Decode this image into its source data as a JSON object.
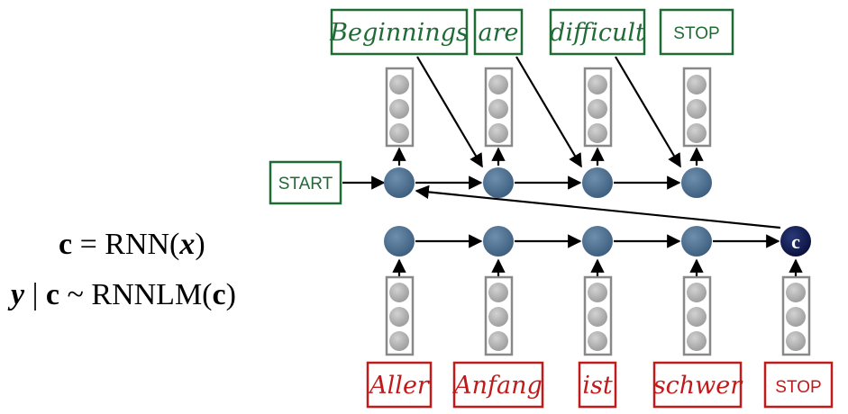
{
  "equations": {
    "line1": {
      "c": "c",
      "eq": " = RNN(",
      "x": "x",
      "close": ")"
    },
    "line2": {
      "y": "y",
      "bar": " | ",
      "c": "c",
      "tilde": " ~ RNNLM(",
      "c2": "c",
      "close": ")"
    }
  },
  "decoder": {
    "start_label": "START",
    "outputs": [
      "Beginnings",
      "are",
      "difficult",
      "STOP"
    ]
  },
  "encoder": {
    "inputs": [
      "Aller",
      "Anfang",
      "ist",
      "schwer",
      "STOP"
    ],
    "context_label": "c"
  },
  "colors": {
    "decoder_word": "#1f6b35",
    "encoder_word": "#c01a1a",
    "hidden_node": "#4d6d8e",
    "context_node": "#101a4a",
    "vector_cell": "#b4b4b4",
    "vector_border": "#888888"
  }
}
